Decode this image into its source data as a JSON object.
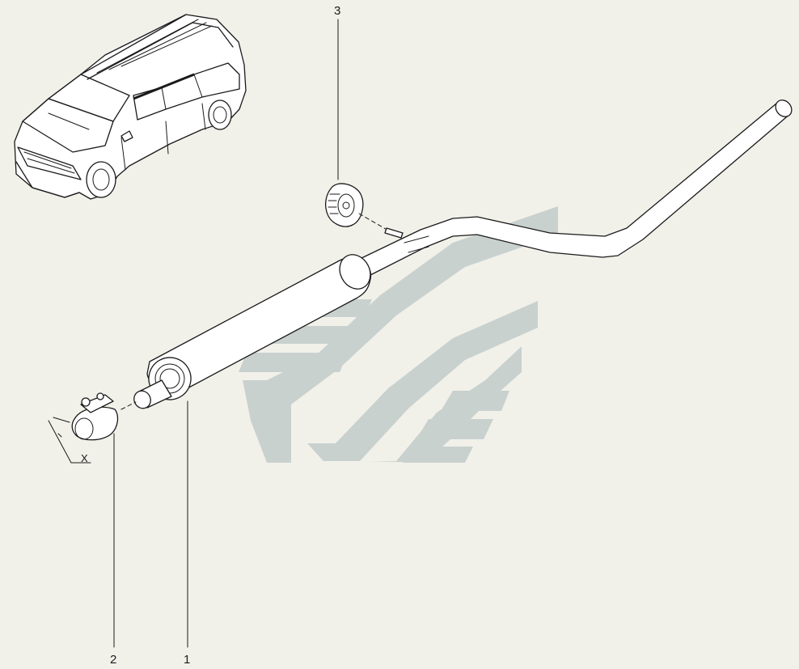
{
  "diagram": {
    "type": "exploded-parts",
    "subject": "exhaust-muffler-assembly",
    "colors": {
      "background": "#f1f1ea",
      "ink": "#1a1a1a",
      "watermark": "#c9d1cf"
    }
  },
  "callouts": [
    {
      "id": "callout-1",
      "text": "1"
    },
    {
      "id": "callout-2",
      "text": "2"
    },
    {
      "id": "callout-3",
      "text": "3"
    }
  ],
  "dimension": {
    "label": "X"
  }
}
